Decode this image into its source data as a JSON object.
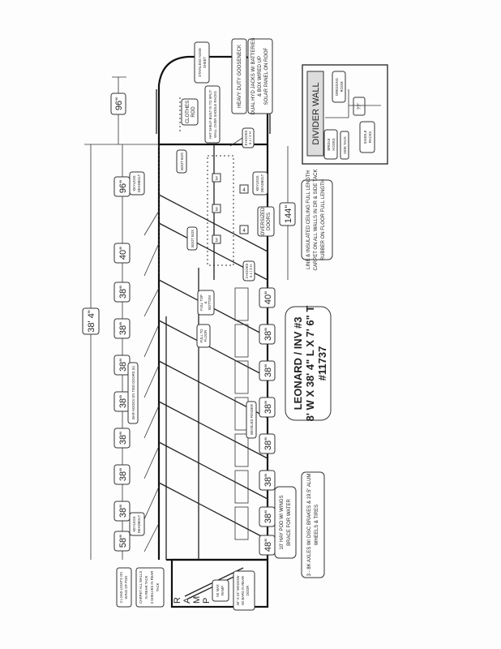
{
  "title_block": {
    "line1": "LEONARD / INV #3",
    "line2": "8' W X 38' 4\" L X 7' 6\" T",
    "line3": "#11737"
  },
  "overall_dimensions": {
    "overall_length": "38' 4\"",
    "gooseneck_length": "96\"",
    "tack_room_width": "144\""
  },
  "top_dimension_chain": [
    "96\"",
    "40\"",
    "38\"",
    "38\"",
    "38\"",
    "38\"",
    "38\"",
    "38\"",
    "38\"",
    "58\""
  ],
  "bottom_dimension_chain": [
    "40\"",
    "38\"",
    "38\"",
    "38\"",
    "38\"",
    "38\"",
    "38\"",
    "48\""
  ],
  "notes": {
    "heavy_duty_gooseneck": "HEAVY DUTY GOOSENECK",
    "dual_jacks": [
      "DUAL HYD JACKS W/ BATTERIES",
      "& BOX WIRED UP",
      "SOLAR PANEL ON ROOF"
    ],
    "stainless_nose": [
      "STAINLESS NOSE",
      "SHEET"
    ],
    "clothes_rod": [
      "CLOTHES",
      "ROD"
    ],
    "hat_shelf": [
      "HAT SHELF BUILT IN TO SPLIT",
      "WALL OVER SADDLE RACKS"
    ],
    "hooks_top": [
      "8 HOOKS",
      "6 L / 2 H"
    ],
    "hooks_mid": [
      "3 HOOKS",
      "6 L / 3 H"
    ],
    "boot_box_1": "BOOT BOX",
    "boot_box_2": "BOOT BOX",
    "keyless_deadbolt_top": [
      "KEYLESS",
      "DEADBOLT"
    ],
    "keyless_deadbolt_right": [
      "KEYLESS",
      "DEADBOLT"
    ],
    "keyless_deadbolt_bottom": [
      "KEYLESS",
      "DEADBOLT"
    ],
    "oversized_doors": [
      "OVERSIZED",
      "DOORS"
    ],
    "lining": [
      "LINE & INSULATED CEILING FULL LENGTH",
      "CARPET ON ALL WALLS IN DR & SIDE TACK",
      "RUBBER ON FLOOR FULL LENGTH"
    ],
    "full_top_bottom": [
      "FULL TOP",
      "&",
      "BOTTOM"
    ],
    "full_to_floor": [
      "FULL TO",
      "FLOOR"
    ],
    "bar_hooks": "BAR HOOKS ON TIED DOORS (6)",
    "beveled_fender": "BEVELED FENDER",
    "hay_pod": [
      "10' HAY POD W/ WINGS",
      "BRACE FOR WATER"
    ],
    "axles": [
      "3 - 8K AXLES W/ DISC BRAKES & 19.5\" ALUM",
      "WHEELS & TIRES"
    ],
    "load_lights": [
      "2 LOAD LIGHTS ON",
      "WING OF POD"
    ],
    "carpet_rear": [
      "CARPET ALL WALLS",
      "IN REAR TACK",
      "3 SHELVES IN REAR",
      "TACK"
    ],
    "rear_window": [
      "30\" X 24\" WINDOW",
      "W/ BARS IN REAR",
      "DOOR"
    ],
    "ramp_max": [
      "5K MAX",
      "RAMP"
    ],
    "ramp_letters": [
      "R",
      "A",
      "M",
      "P"
    ],
    "stall_numbers": [
      "3",
      "3",
      "3",
      "4",
      "4"
    ]
  },
  "inset": {
    "divider_wall": "DIVIDER WALL",
    "dressing_room": [
      "DRESSING",
      "ROOM"
    ],
    "bridle_hooks": [
      "BRIDLE",
      "HOOKS"
    ],
    "side_tack": "SIDE TACK",
    "unknown": "??\"",
    "saddle_racks": [
      "SADDLE",
      "RACKS"
    ]
  }
}
